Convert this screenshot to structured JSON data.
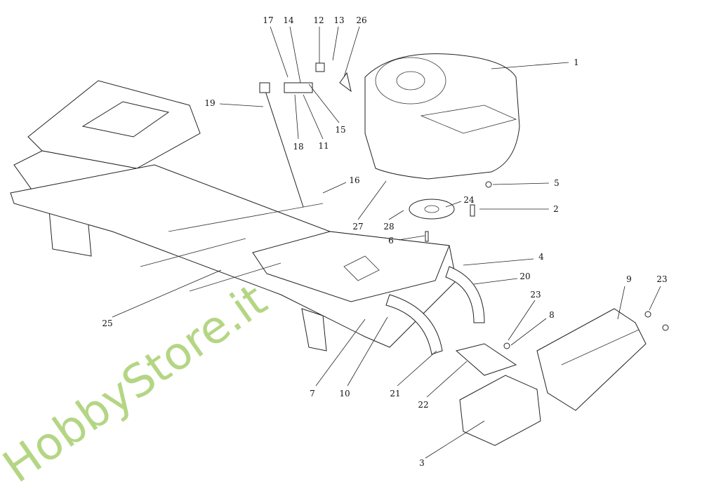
{
  "diagram": {
    "watermark": "HobbyStore.it",
    "callouts": {
      "c1": "1",
      "c2": "2",
      "c3": "3",
      "c4": "4",
      "c5": "5",
      "c6": "6",
      "c7": "7",
      "c8": "8",
      "c9": "9",
      "c10": "10",
      "c11": "11",
      "c12": "12",
      "c13": "13",
      "c14": "14",
      "c15": "15",
      "c16": "16",
      "c17": "17",
      "c18": "18",
      "c19": "19",
      "c20": "20",
      "c21": "21",
      "c22": "22",
      "c23a": "23",
      "c23b": "23",
      "c24": "24",
      "c25": "25",
      "c26": "26",
      "c27": "27",
      "c28": "28"
    }
  }
}
